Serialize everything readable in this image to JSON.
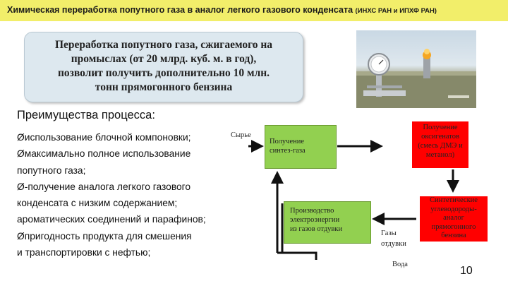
{
  "title": {
    "main": "Химическая переработка попутного газа в аналог легкого газового конденсата",
    "suffix": "(ИНХС РАН и ИПХФ РАН)"
  },
  "callout": {
    "line1": "Переработка попутного газа, сжигаемого на",
    "line2": "промыслах  (от 20 млрд. куб. м. в год),",
    "line3": "позволит получить дополнительно 10 млн.",
    "line4": "тонн   прямогонного бензина"
  },
  "advantages": {
    "heading": "Преимущества процесса:",
    "items": [
      "Øиспользование блочной компоновки;",
      "Øмаксимально полное использование",
      "попутного газа;",
      "Ø-получение аналога легкого газового",
      "конденсата с низким содержанием;",
      "ароматических соединений и парафинов;",
      "Øпригодность продукта для смешения",
      "и транспортировки с нефтью;"
    ]
  },
  "flow": {
    "raw": "Сырье",
    "syngas": {
      "line1": "Получение",
      "line2": "синтез-газа"
    },
    "oxygenates": {
      "line1": "Получение",
      "line2": "оксигенатов",
      "line3": "(смесь ДМЭ и",
      "line4": "метанол)"
    },
    "power": {
      "line1": "Производство",
      "line2": "электроэнергии",
      "line3": "из газов отдувки"
    },
    "gasoline": {
      "line1": "Синтетические",
      "line2": "углеводороды-",
      "line3": "аналог",
      "line4": "прямогонного",
      "line5": "бензина"
    },
    "offgas": {
      "line1": "Газы",
      "line2": "отдувки"
    },
    "water": "Вода"
  },
  "slide_number": "10",
  "colors": {
    "title_bg": "#f2ee6a",
    "green_box": "#92d050",
    "red_box": "#ff0000",
    "callout_bg": "#dde8ef"
  }
}
